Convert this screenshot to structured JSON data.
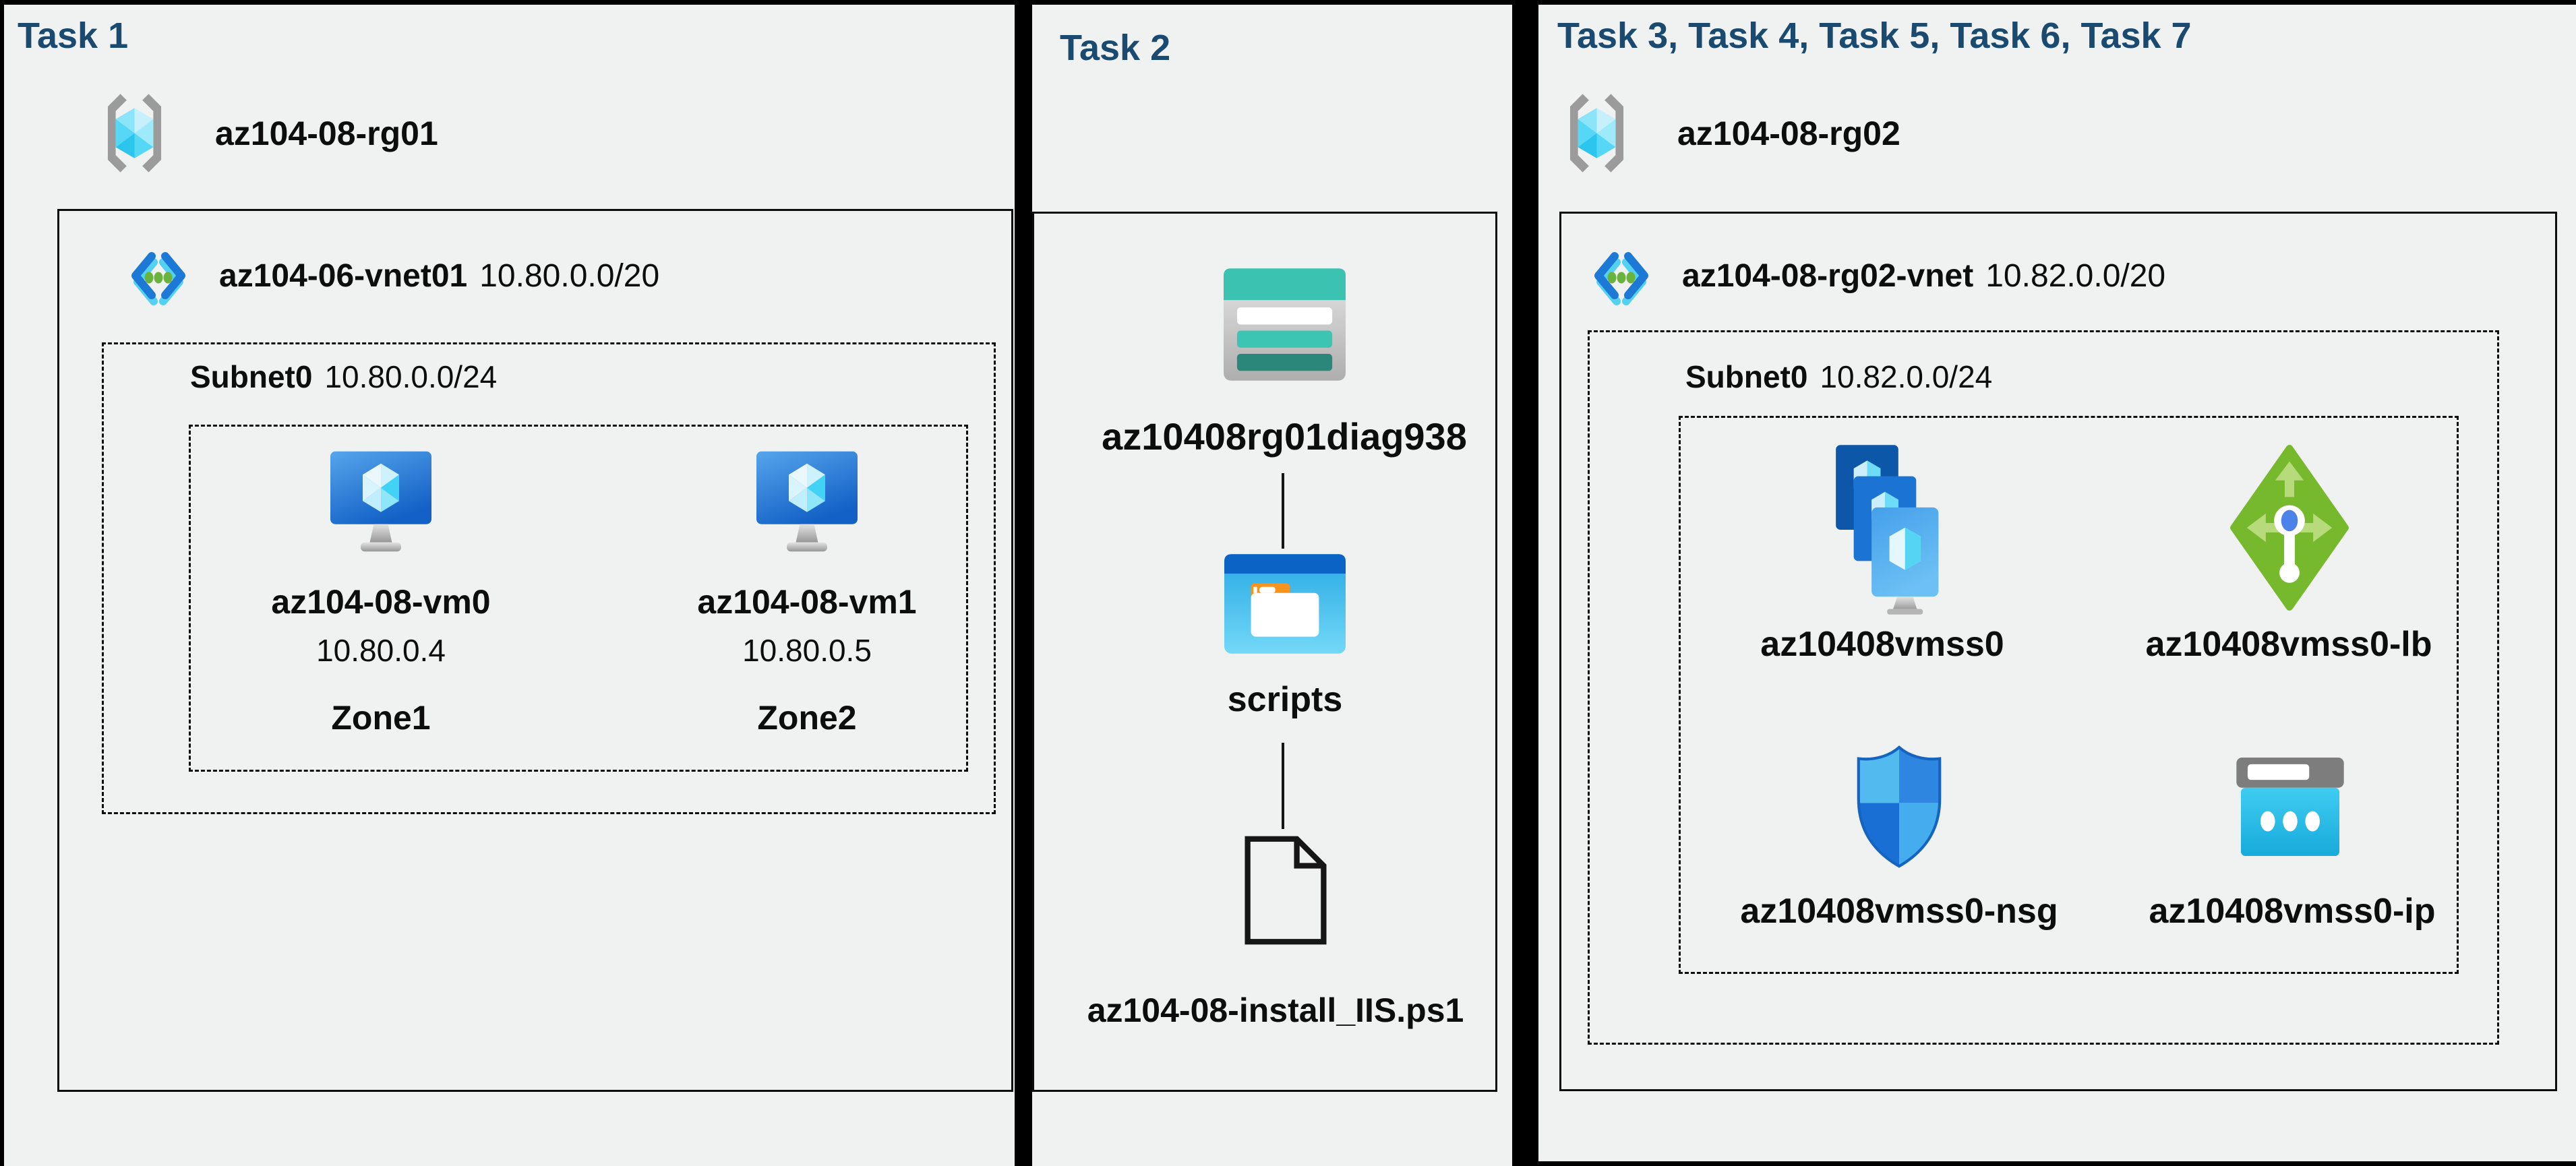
{
  "colors": {
    "header_navy": "#1a4a70",
    "background": "#f0f1f1",
    "line_black": "#0d0d0d",
    "vnet_blue": "#1c7ad6",
    "lb_green": "#77b92c",
    "storage_teal": "#3cc2b0"
  },
  "panel1": {
    "title": "Task 1",
    "resource_group": "az104-08-rg01",
    "vnet": {
      "name": "az104-06-vnet01",
      "cidr": "10.80.0.0/20"
    },
    "subnet": {
      "name": "Subnet0",
      "cidr": "10.80.0.0/24"
    },
    "vms": [
      {
        "name": "az104-08-vm0",
        "ip": "10.80.0.4",
        "zone": "Zone1"
      },
      {
        "name": "az104-08-vm1",
        "ip": "10.80.0.5",
        "zone": "Zone2"
      }
    ]
  },
  "panel2": {
    "title": "Task 2",
    "storage_account": "az10408rg01diag938",
    "container": "scripts",
    "file": "az104-08-install_IIS.ps1"
  },
  "panel3": {
    "title": "Task 3, Task 4, Task 5, Task 6, Task 7",
    "resource_group": "az104-08-rg02",
    "vnet": {
      "name": "az104-08-rg02-vnet",
      "cidr": "10.82.0.0/20"
    },
    "subnet": {
      "name": "Subnet0",
      "cidr": "10.82.0.0/24"
    },
    "resources": [
      {
        "name": "az10408vmss0"
      },
      {
        "name": "az10408vmss0-lb"
      },
      {
        "name": "az10408vmss0-nsg"
      },
      {
        "name": "az10408vmss0-ip"
      }
    ]
  }
}
